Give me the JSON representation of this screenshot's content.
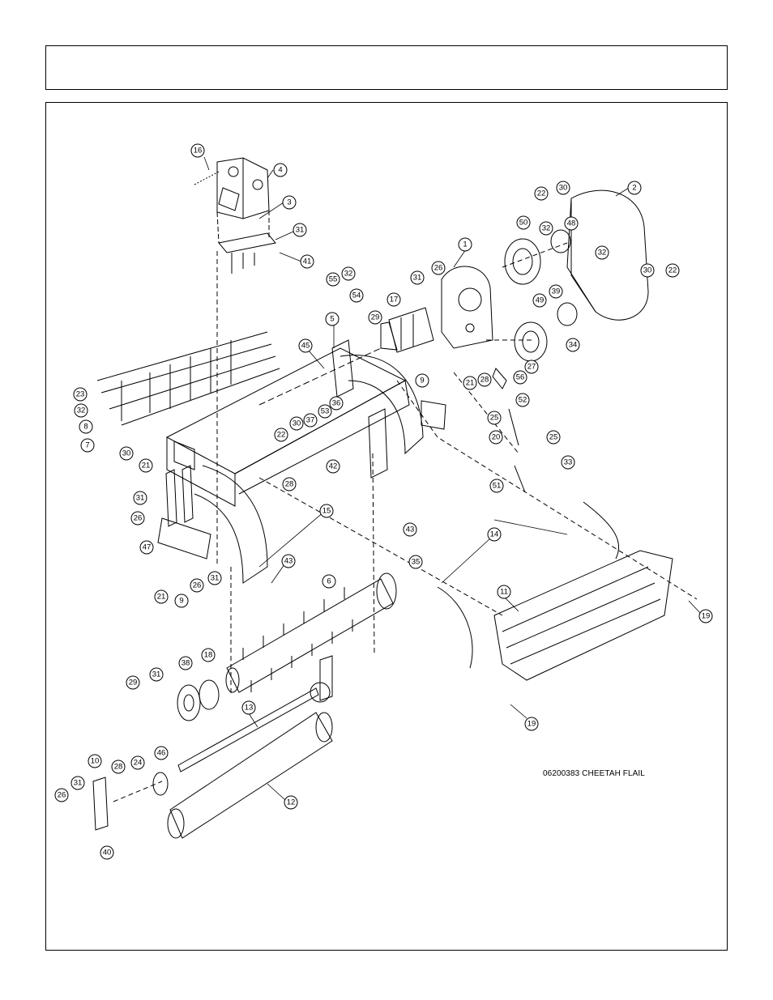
{
  "header": {
    "title": ""
  },
  "diagram": {
    "caption": "06200383 CHEETAH FLAIL",
    "callouts": [
      "16",
      "4",
      "3",
      "31",
      "41",
      "2",
      "22",
      "30",
      "32",
      "48",
      "32",
      "30",
      "22",
      "50",
      "1",
      "26",
      "31",
      "32",
      "55",
      "54",
      "17",
      "29",
      "49",
      "39",
      "34",
      "5",
      "45",
      "9",
      "21",
      "28",
      "27",
      "56",
      "52",
      "36",
      "53",
      "37",
      "30",
      "22",
      "23",
      "32",
      "8",
      "7",
      "30",
      "21",
      "25",
      "20",
      "25",
      "33",
      "51",
      "42",
      "31",
      "28",
      "26",
      "47",
      "15",
      "43",
      "14",
      "11",
      "19",
      "35",
      "43",
      "21",
      "9",
      "26",
      "31",
      "6",
      "29",
      "31",
      "38",
      "18",
      "13",
      "19",
      "10",
      "28",
      "24",
      "46",
      "31",
      "26",
      "12",
      "40"
    ]
  }
}
